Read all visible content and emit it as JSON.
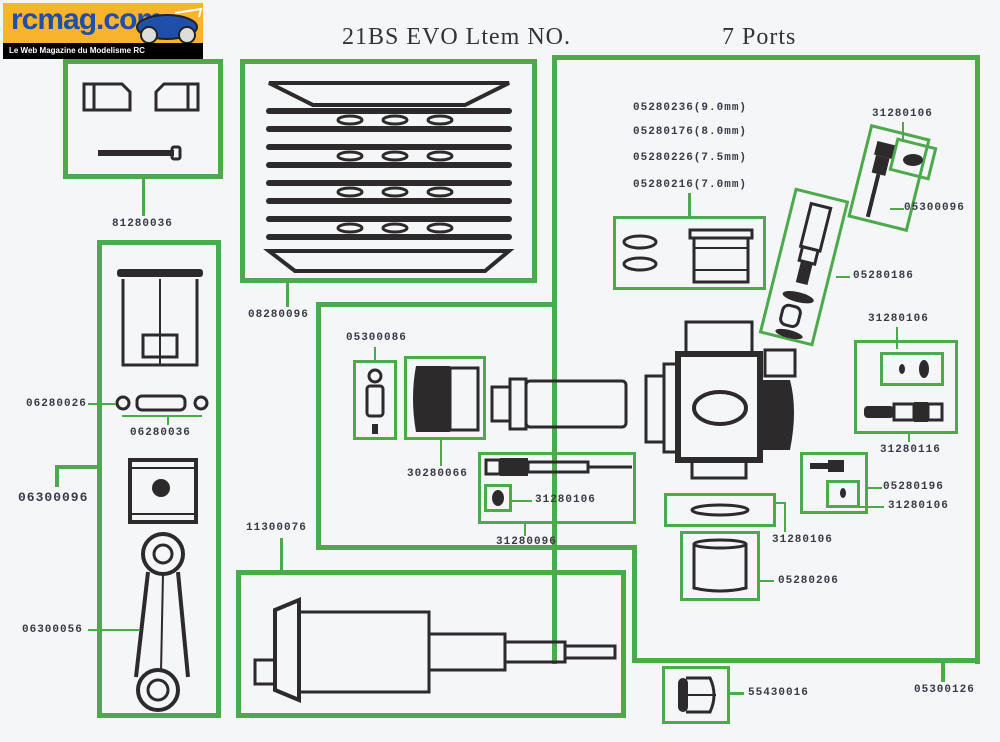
{
  "logo": {
    "brand": "rcmag.com",
    "tagline": "Le Web Magazine du Modelisme RC"
  },
  "header": {
    "title": "21BS EVO Ltem NO.",
    "subtitle": "7 Ports"
  },
  "colors": {
    "frame_green": "#4caa4c",
    "ink": "#2d2a2c",
    "paper": "#f4f6f8",
    "logo_orange": "#f7b42c",
    "logo_blue": "#1f4fa8"
  },
  "parts": {
    "backplate_screws": "81280036",
    "cooling_head": "08280096",
    "liner_set": "06300096",
    "wrist_pin_clip": "06280026",
    "wrist_pin": "06280036",
    "conrod": "06300056",
    "crankshaft": "11300076",
    "rotary_valve_plug": "05300086",
    "carb_boot": "30280066",
    "needle_assembly": "31280096",
    "needle_oring": "31280106",
    "venturi_9": "05280236(9.0mm)",
    "venturi_8": "05280176(8.0mm)",
    "venturi_75": "05280226(7.5mm)",
    "venturi_7": "05280216(7.0mm)",
    "top_oring": "31280106",
    "low_speed_needle": "05300096",
    "idle_screw": "05280186",
    "side_oring": "31280106",
    "high_speed_needle": "31280116",
    "fuel_nipple": "05280196",
    "fuel_nipple_oring": "31280106",
    "carb_oring": "31280106",
    "carb_sleeve": "05280206",
    "prop_nut": "55430016",
    "carburetor_assembly": "05300126"
  }
}
